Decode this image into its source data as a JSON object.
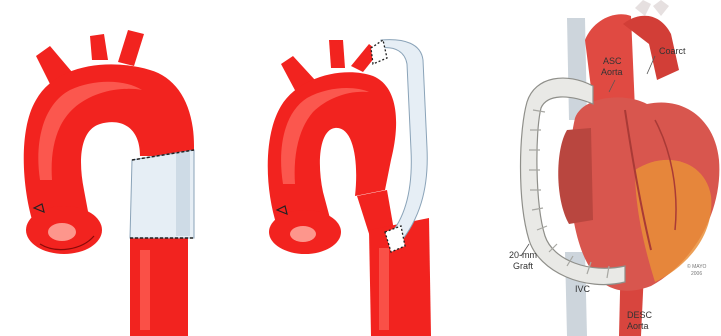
{
  "colors": {
    "aorta": "#f2231f",
    "aorta_highlight": "#ff6e63",
    "aorta_shadow": "#c4140f",
    "graft": "#e6eef5",
    "graft_edge": "#8aa3b8",
    "suture": "#222222",
    "heart": "#d8564e",
    "heart_dark": "#a93a36",
    "heart_orange": "#e98e38",
    "vein": "#cdd5dc"
  },
  "panels": [
    {
      "name": "interposition-graft-repair"
    },
    {
      "name": "bypass-graft-repair"
    },
    {
      "name": "ascending-descending-bypass"
    }
  ],
  "labels": {
    "coarct": "Coarct",
    "asc_line1": "ASC",
    "asc_line2": "Aorta",
    "graft_line1": "20-mm",
    "graft_line2": "Graft",
    "ivc": "IVC",
    "desc_line1": "DESC",
    "desc_line2": "Aorta",
    "copyright_line1": "© MAYO",
    "copyright_line2": "2006"
  }
}
